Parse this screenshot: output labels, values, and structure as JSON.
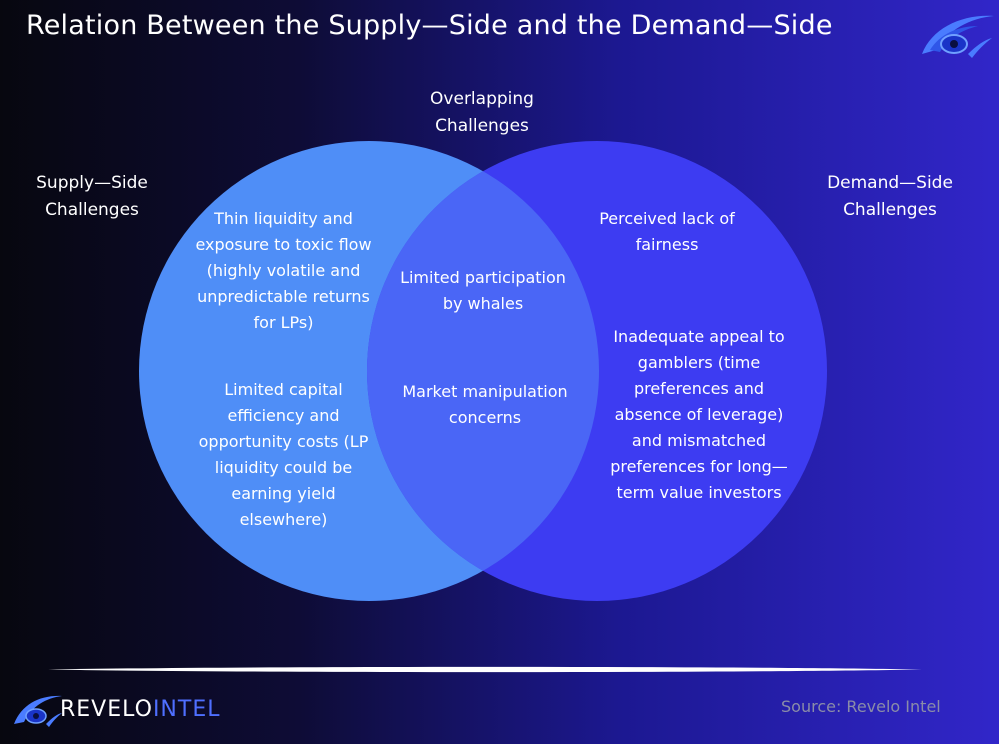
{
  "title": "Relation Between the Supply—Side and the Demand—Side",
  "labels": {
    "overlap_1": "Overlapping",
    "overlap_2": "Challenges",
    "supply_1": "Supply—Side",
    "supply_2": "Challenges",
    "demand_1": "Demand—Side",
    "demand_2": "Challenges"
  },
  "supply_items": [
    [
      "Thin liquidity and",
      "exposure to toxic flow",
      "(highly volatile and",
      "unpredictable returns",
      "for LPs)"
    ],
    [
      "Limited capital",
      "efficiency and",
      "opportunity costs (LP",
      "liquidity could be",
      "earning yield",
      "elsewhere)"
    ]
  ],
  "overlap_items": [
    [
      "Limited participation",
      "by whales"
    ],
    [
      "Market manipulation",
      "concerns"
    ]
  ],
  "demand_items": [
    [
      "Perceived lack of",
      "fairness"
    ],
    [
      "Inadequate appeal to",
      "gamblers (time",
      "preferences and",
      "absence of leverage)",
      "and mismatched",
      "preferences for long—",
      "term value investors"
    ]
  ],
  "colors": {
    "supply_circle": "#4f8ef7",
    "demand_circle": "#3d3cf2",
    "overlap": "#4a66f6"
  },
  "icons": {
    "logo": "revelo-eye-logo"
  },
  "footer": {
    "brand_1": "REVELO",
    "brand_2": "INTEL",
    "source": "Source: Revelo Intel"
  }
}
